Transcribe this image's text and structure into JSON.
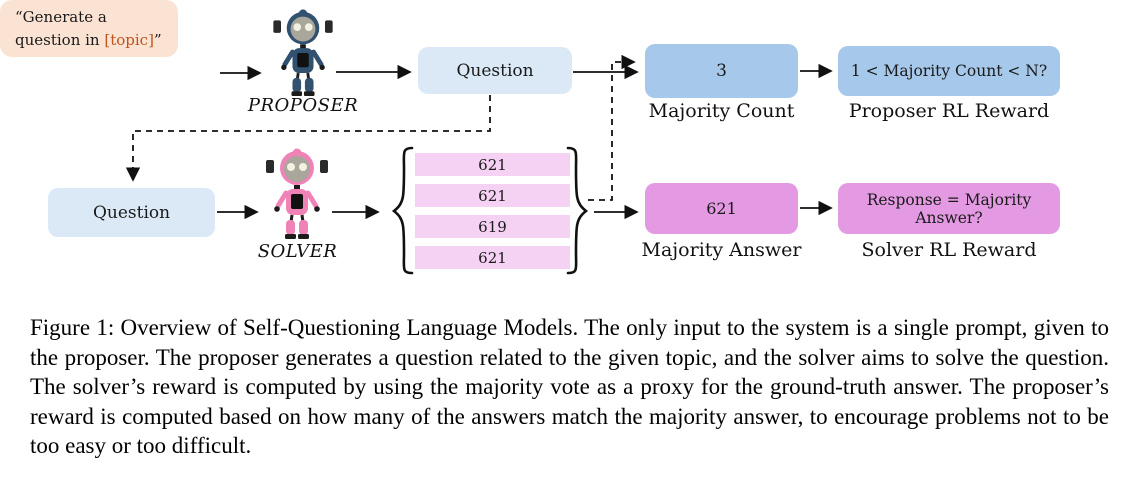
{
  "figure": {
    "diagram": {
      "prompt_box": {
        "line1": "“Generate a",
        "line2_before_topic": "question in ",
        "topic": "[topic]",
        "line2_after_topic": "”"
      },
      "proposer_label": "PROPOSER",
      "solver_label": "SOLVER",
      "question_box_top": "Question",
      "question_box_bottom": "Question",
      "majority_count": {
        "value": "3",
        "label": "Majority Count"
      },
      "proposer_reward": {
        "value": "1 < Majority Count < N?",
        "label": "Proposer RL Reward"
      },
      "answers": [
        "621",
        "621",
        "619",
        "621"
      ],
      "majority_answer": {
        "value": "621",
        "label": "Majority Answer"
      },
      "solver_reward": {
        "value": "Response = Majority Answer?",
        "label": "Solver RL Reward"
      },
      "colors": {
        "prompt_peach": "#fbe3d4",
        "topic_orange": "#c0531d",
        "question_light_blue": "#dbe9f6",
        "count_blue": "#a6c8ea",
        "answer_light_pink": "#f5d2f3",
        "majority_orchid": "#e49ae2",
        "proposer_robot_navy": "#31516f",
        "solver_robot_pink": "#ef82b6"
      }
    },
    "caption": {
      "text": "Figure 1: Overview of Self-Questioning Language Models. The only input to the system is a single prompt, given to the proposer. The proposer generates a question related to the given topic, and the solver aims to solve the question. The solver’s reward is computed by using the majority vote as a proxy for the ground-truth answer. The proposer’s reward is computed based on how many of the answers match the majority answer, to encourage problems not to be too easy or too difficult."
    }
  }
}
